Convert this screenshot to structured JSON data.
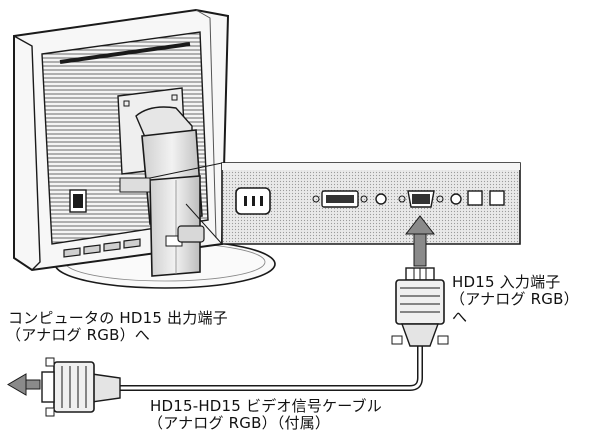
{
  "labels": {
    "hd15_input_port": {
      "line1": "HD15 入力端子",
      "line2": "（アナログ RGB）",
      "line3": "へ"
    },
    "computer_output": {
      "line1": "コンピュータの HD15 出力端子",
      "line2": "（アナログ RGB）へ"
    },
    "cable": {
      "line1": "HD15-HD15 ビデオ信号ケーブル",
      "line2": "（アナログ RGB）（付属）"
    }
  },
  "colors": {
    "line": "#1a1a1a",
    "panel_gray": "#f2f2f2",
    "arrow_gray": "#8a8a8a",
    "slot_dark": "#333333"
  },
  "icons": {
    "monitor": "monitor-rear-view",
    "connector": "vga-d-sub-connector",
    "arrow": "direction-arrow"
  }
}
